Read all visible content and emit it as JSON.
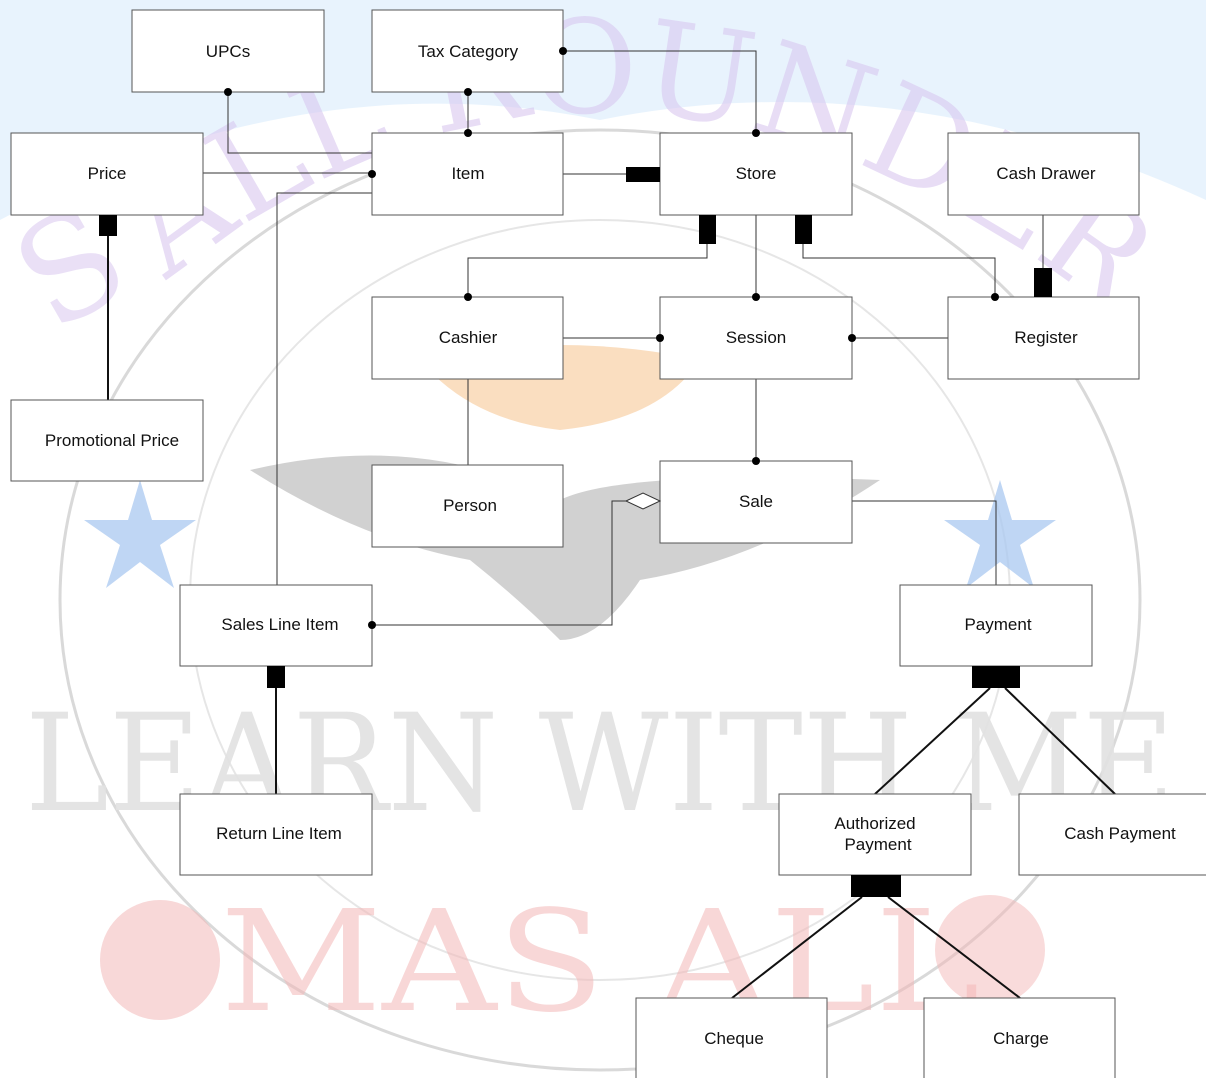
{
  "diagram": {
    "entities": [
      {
        "id": "upcs",
        "label": "UPCs"
      },
      {
        "id": "tax_category",
        "label": "Tax Category"
      },
      {
        "id": "price",
        "label": "Price"
      },
      {
        "id": "item",
        "label": "Item"
      },
      {
        "id": "store",
        "label": "Store"
      },
      {
        "id": "cash_drawer",
        "label": "Cash Drawer"
      },
      {
        "id": "promotional_price",
        "label": "Promotional Price"
      },
      {
        "id": "cashier",
        "label": "Cashier"
      },
      {
        "id": "session",
        "label": "Session"
      },
      {
        "id": "register",
        "label": "Register"
      },
      {
        "id": "person",
        "label": "Person"
      },
      {
        "id": "sale",
        "label": "Sale"
      },
      {
        "id": "sales_line_item",
        "label": "Sales Line Item"
      },
      {
        "id": "payment",
        "label": "Payment"
      },
      {
        "id": "return_line_item",
        "label": "Return Line Item"
      },
      {
        "id": "authorized_payment",
        "label": [
          "Authorized",
          "Payment"
        ]
      },
      {
        "id": "cash_payment",
        "label": "Cash Payment"
      },
      {
        "id": "cheque",
        "label": "Cheque"
      },
      {
        "id": "charge",
        "label": "Charge"
      }
    ]
  },
  "watermark": {
    "arc_text": "ALL ROUNDER",
    "side_letter": "S",
    "middle_text": "LEARN WITH ME",
    "bottom_text": "MAS ALL",
    "colors": {
      "arc": "#d9c8f0",
      "middle": "#e2e2e2",
      "bottom": "#f3b8b8",
      "star": "#a9c8f0",
      "sky": "#d6e9fb",
      "eagle": "#9a9a9a",
      "flame": "#f6c38c"
    }
  },
  "colors": {
    "box_border": "#555555",
    "line": "#333333",
    "marker": "#000000"
  }
}
